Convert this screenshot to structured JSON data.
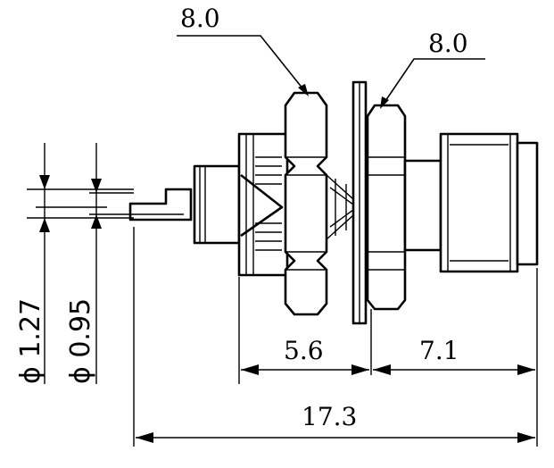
{
  "dimensions": {
    "nut_left": "8.0",
    "nut_right": "8.0",
    "length_a": "5.6",
    "length_b": "7.1",
    "overall_length": "17.3",
    "pin_outer_diameter": "ϕ 1.27",
    "pin_inner_diameter": "ϕ 0.95"
  }
}
